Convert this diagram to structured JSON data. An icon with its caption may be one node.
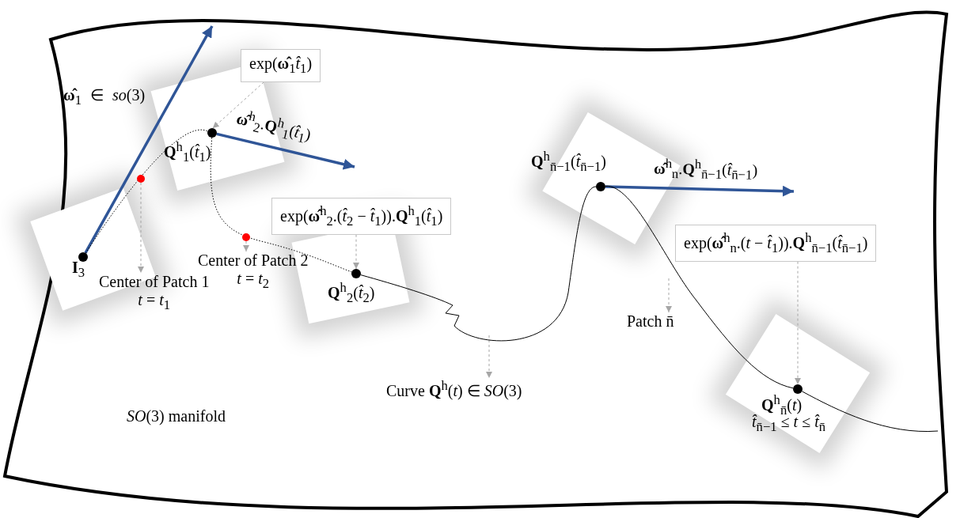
{
  "diagram": {
    "nodes": [
      {
        "text": [],
        "shape": "circle",
        "beside": [
          "**I**$_{3}$"
        ]
      },
      {
        "text": [],
        "shape": "circle",
        "beside": [
          "**Q**$^{h}$$_{1}$(*t̂*$_{1}$)"
        ]
      },
      {
        "text": [],
        "shape": "circle"
      },
      {
        "text": [],
        "shape": "circle"
      },
      {
        "text": [],
        "shape": "circle",
        "beside": [
          "**Q**$^{h}$$_{2}$(*t̂*$_{2}$)"
        ]
      },
      {
        "text": [],
        "shape": "circle",
        "beside": [
          "**Q**$^{h}$$_{n̄−1}$(*t̂*$_{n̄−1}$)"
        ]
      },
      {
        "text": [],
        "shape": "circle",
        "beside": [
          "**Q**$^{h}$$_{n̄}$(*t*)",
          "*t̂*$_{n̄−1}$ ≤ *t* ≤ *t̂*$_{n̄}$"
        ]
      },
      {
        "text": [
          "exp(**ω̂**$_{1}$*t̂*$_{1}$)"
        ]
      },
      {
        "text": [
          "exp(**ω̂**$^{h}$$_{2}$.(*t̂*$_{2}$ − *t̂*$_{1}$)).**Q**$^{h}$$_{1}$(*t̂*$_{1}$)"
        ]
      },
      {
        "text": [
          "exp(**ω̂**$^{h}$$_{n}$.(*t* − *t̂*$_{1}$)).**Q**$^{h}$$_{n̄−1}$(*t̂*$_{n̄−1}$)"
        ]
      },
      {
        "text": [
          "Center of Patch 1",
          "*t* = *t*$_{1}$"
        ]
      },
      {
        "text": [
          "Center of Patch 2",
          "*t* = *t*$_{2}$"
        ]
      },
      {
        "text": [
          "Curve **Q**$^{h}$(*t*) ∈ *SO*(3)"
        ]
      },
      {
        "text": [
          "Patch n̄"
        ]
      }
    ],
    "edges": [
      {
        "from": 0,
        "to": null,
        "arrow": "to",
        "label": "**ω̂**$_{1}$ ∈ *so*(3)",
        "style": "thick",
        "color": "#2f5597"
      },
      {
        "from": 1,
        "to": null,
        "arrow": "to",
        "label": "**ω̂**$^{h}$$_{2}$.**Q**$^{h}$$_{1}$(*t̂*$_{1}$)",
        "style": "thick",
        "color": "#2f5597"
      },
      {
        "from": 5,
        "to": null,
        "arrow": "to",
        "label": "**ω̂**$^{h}$$_{n}$.**Q**$^{h}$$_{n̄−1}$(*t̂*$_{n̄−1}$)",
        "style": "thick",
        "color": "#2f5597"
      },
      {
        "from": 7,
        "to": 1,
        "arrow": "to",
        "style": "dashed",
        "color": "#a6a6a6"
      },
      {
        "from": 8,
        "to": 4,
        "arrow": "to",
        "style": "dashed",
        "color": "#a6a6a6"
      },
      {
        "from": 9,
        "to": 6,
        "arrow": "to",
        "style": "dashed",
        "color": "#a6a6a6"
      },
      {
        "from": 2,
        "to": 10,
        "arrow": "to",
        "style": "dashed",
        "color": "#a6a6a6"
      },
      {
        "from": 3,
        "to": 11,
        "arrow": "to",
        "style": "dashed",
        "color": "#a6a6a6"
      },
      {
        "from": null,
        "to": 12,
        "arrow": "to",
        "style": "dashed",
        "color": "#a6a6a6"
      },
      {
        "from": null,
        "to": 13,
        "arrow": "to",
        "style": "dashed",
        "color": "#a6a6a6"
      },
      {
        "from": 0,
        "to": 1,
        "arrow": "none",
        "style": "dashed",
        "color": "#000000"
      },
      {
        "from": 1,
        "to": 4,
        "arrow": "none",
        "style": "dashed",
        "color": "#000000"
      },
      {
        "from": 4,
        "to": 5,
        "arrow": "none",
        "color": "#000000"
      },
      {
        "from": 5,
        "to": 6,
        "arrow": "none",
        "color": "#000000"
      },
      {
        "from": 6,
        "to": null,
        "arrow": "none",
        "color": "#000000"
      }
    ],
    "labels": [
      "*SO*(3) manifold"
    ]
  }
}
